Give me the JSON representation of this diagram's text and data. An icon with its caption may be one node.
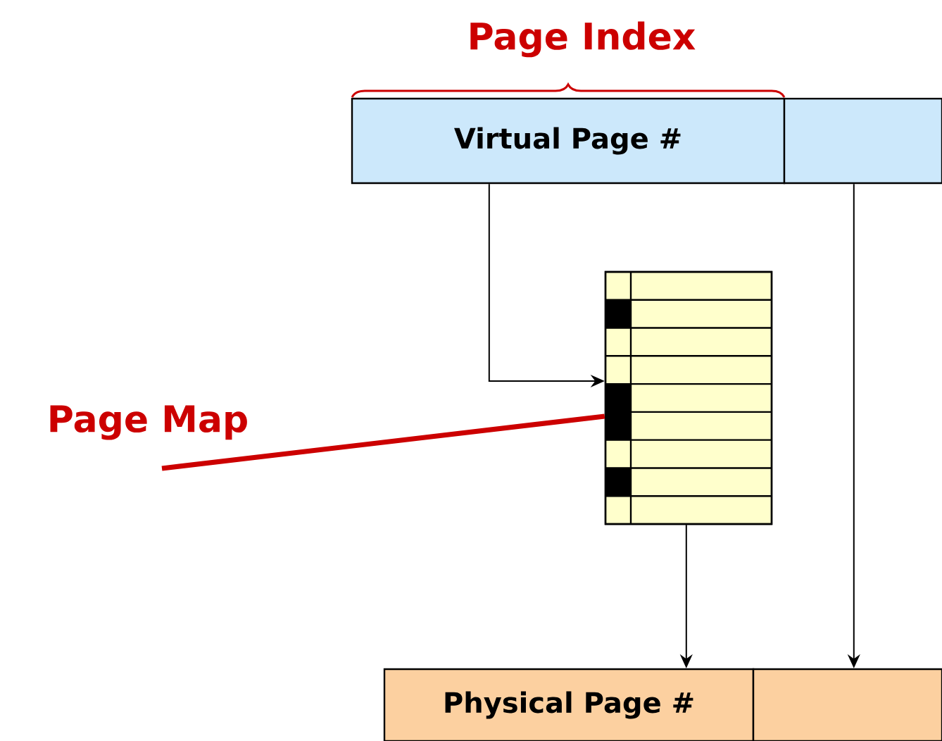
{
  "diagram": {
    "nodes": [
      {
        "text": [
          "Virtual Page #"
        ]
      },
      {
        "text": [],
        "shape": "box"
      },
      {
        "text": [],
        "shape": "box"
      },
      {
        "text": [
          "Physical Page #"
        ]
      },
      {
        "text": [],
        "shape": "box"
      },
      {
        "text": [
          "Page Map"
        ]
      }
    ],
    "edges": [
      {
        "from": 0,
        "to": 2,
        "arrow": "to"
      },
      {
        "from": 2,
        "to": 3,
        "arrow": "to"
      },
      {
        "from": 1,
        "to": 4,
        "arrow": "to"
      },
      {
        "from": 5,
        "to": 2,
        "arrow": "none",
        "style": "thick",
        "color": "#cc0000"
      }
    ],
    "labels": [
      "Page Index"
    ]
  }
}
